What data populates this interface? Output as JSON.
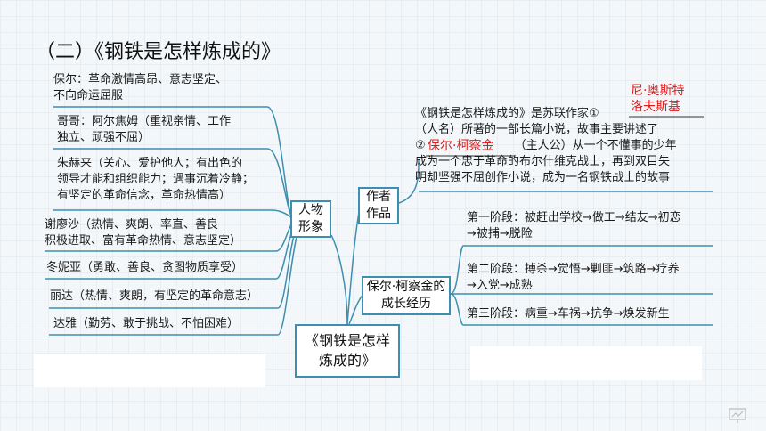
{
  "title": "（二）《钢铁是怎样炼成的》",
  "center": "《钢铁是怎样炼成的》",
  "nodes": {
    "characters": "人物形象",
    "author_work": "作者作品",
    "growth": "保尔·柯察金的成长经历"
  },
  "characters": [
    {
      "line1": "保尔：革命激情高昂、意志坚定、",
      "line2": "不向命运屈服"
    },
    {
      "line1": "哥哥：阿尔焦姆（重视亲情、工作",
      "line2": "独立、顽强不屈）"
    },
    {
      "line1": "朱赫来（关心、爱护他人；有出色的",
      "line2": "领导才能和组织能力；遇事沉着冷静；",
      "line3": "有坚定的革命信念，革命热情高）"
    },
    {
      "line1": "谢廖沙（热情、爽朗、率直、善良",
      "line2": "积极进取、富有革命热情、意志坚定）"
    },
    {
      "line1": "冬妮亚（勇敢、善良、贪图物质享受）"
    },
    {
      "line1": "丽达（热情、爽朗，有坚定的革命意志）"
    },
    {
      "line1": "达雅（勤劳、敢于挑战、不怕困难）"
    }
  ],
  "author": {
    "line1": "《钢铁是怎样炼成的》是苏联作家①",
    "line2": "（人名）所著的一部长篇小说，故事主要讲述了",
    "line3_prefix": "②",
    "line3": "（主人公）从一个不懂事的少年",
    "line4": "成为一个忠于革命的布尔什维克战士，再到双目失",
    "line5": "明却坚强不屈创作小说，成为一名钢铁战士的故事",
    "answer1_line1": "尼·奥斯特",
    "answer1_line2": "洛夫斯基",
    "answer2": "保尔·柯察金"
  },
  "stages": [
    {
      "line1": "第一阶段：被赶出学校→做工→结友→初恋",
      "line2": "→被捕→脱险"
    },
    {
      "line1": "第二阶段：搏杀→觉悟→剿匪→筑路→疗养",
      "line2": "→入党→成熟"
    },
    {
      "line1": "第三阶段：病重→车祸→抗争→焕发新生"
    }
  ],
  "colors": {
    "accent": "#3d8fb0",
    "answer": "#e01818"
  }
}
